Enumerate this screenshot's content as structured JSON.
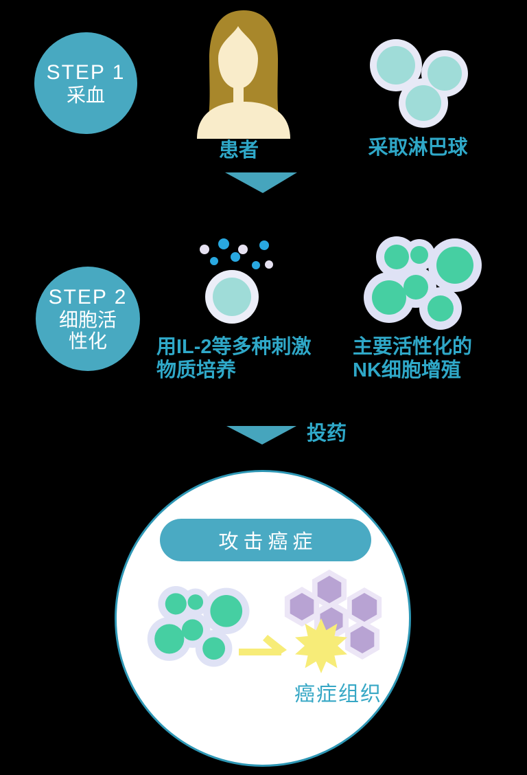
{
  "palette": {
    "background": "#000000",
    "badge_teal": "#48a9c1",
    "arrow_teal": "#46a5bd",
    "teal_text": "#2fa8c8",
    "pill_teal": "#4aaac3",
    "attack_circle_border": "#2e97b5",
    "cell_aqua": "#9fdcd8",
    "ring_lavender": "#e7e9f6",
    "nk_green": "#46cfa2",
    "blob_lavender": "#dfe2f5",
    "dot_blue": "#29a8e0",
    "dot_lavender": "#e6e1f1",
    "hair_brown": "#a8872b",
    "skin_cream": "#f9ecca",
    "hex_purple": "#b8a3d3",
    "hex_light": "#ece6f6",
    "burst_yellow": "#f7ec78"
  },
  "step1": {
    "badge": {
      "line1": "STEP 1",
      "line2": "采血"
    },
    "patient_label": "患者",
    "lymph_label": "采取淋巴球"
  },
  "step2": {
    "badge": {
      "line1": "STEP 2",
      "line2": "细胞活",
      "line3": "性化"
    },
    "culture_label": {
      "line1": "用IL-2等多种刺激",
      "line2": "物质培养"
    },
    "nk_label": {
      "line1": "主要活性化的",
      "line2": "NK细胞增殖"
    }
  },
  "transition": {
    "dose_label": "投药"
  },
  "attack": {
    "title": "攻击癌症",
    "cancer_label": "癌症组织"
  }
}
